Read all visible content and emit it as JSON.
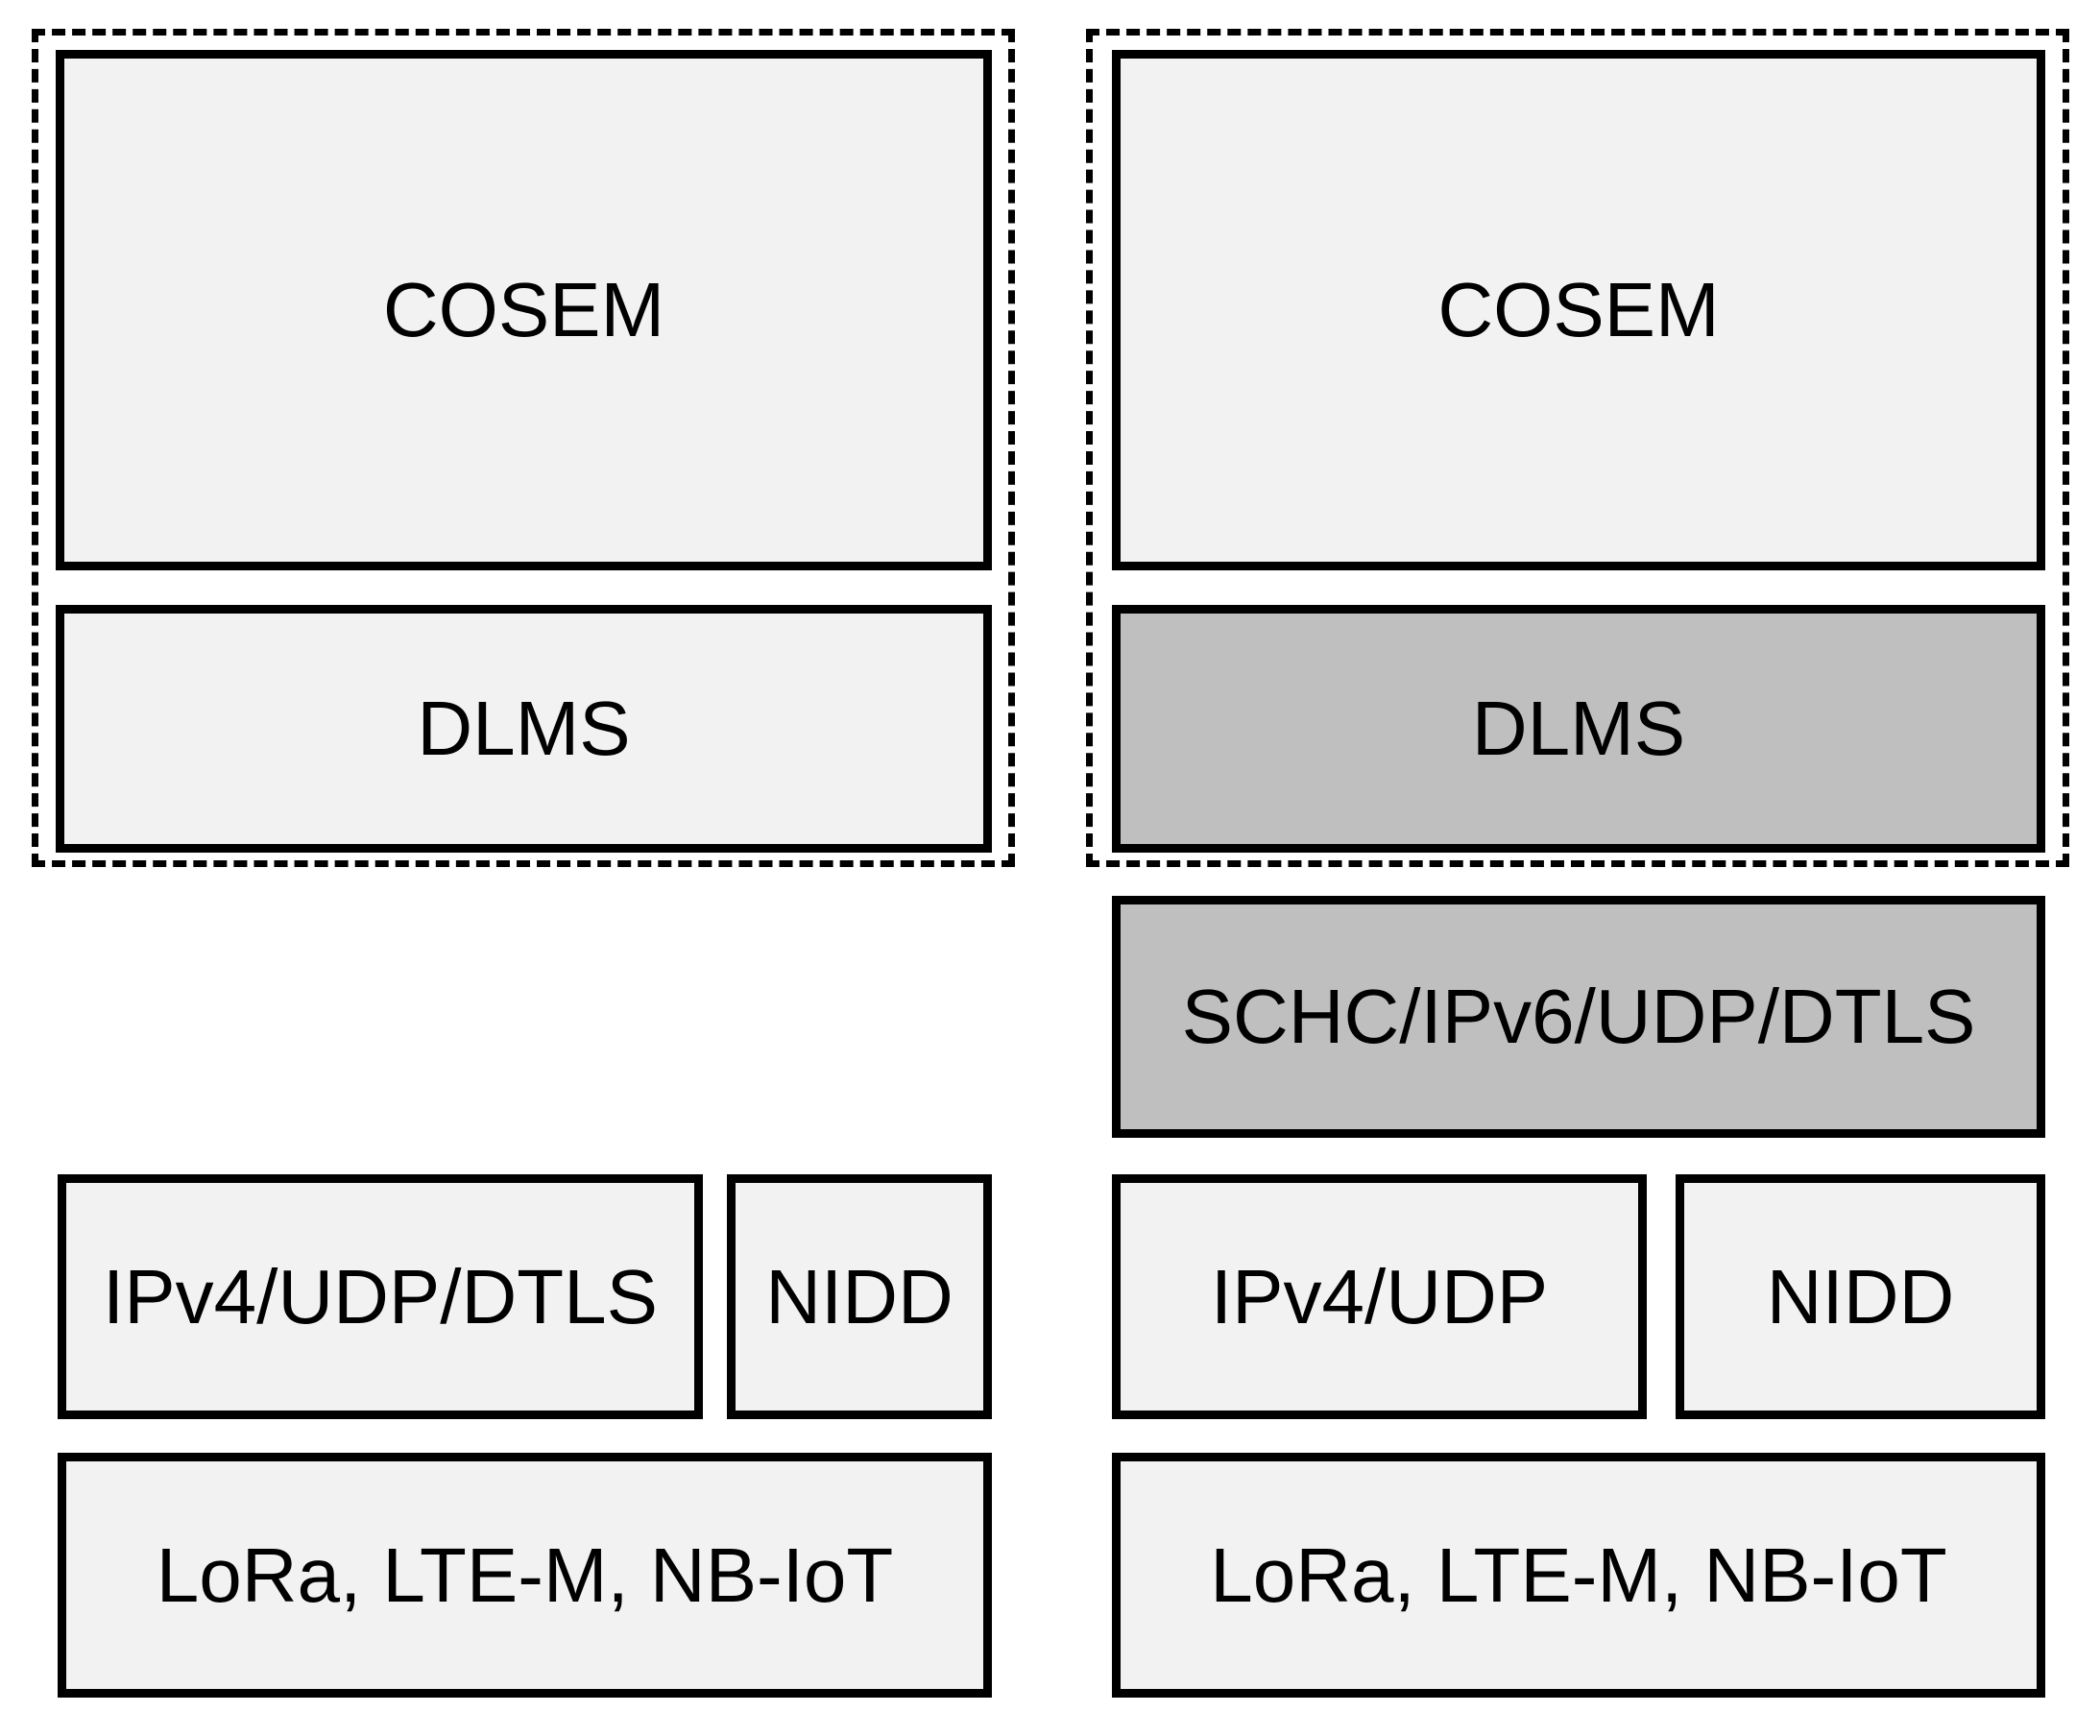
{
  "diagram": {
    "colors": {
      "box_light": "#f2f2f2",
      "box_dark": "#bfbfbf",
      "border": "#000000",
      "background": "#ffffff"
    },
    "left_stack": {
      "application": "COSEM",
      "session": "DLMS",
      "transport": "IPv4/UDP/DTLS",
      "nidd": "NIDD",
      "link": "LoRa, LTE-M, NB-IoT"
    },
    "right_stack": {
      "application": "COSEM",
      "session": "DLMS",
      "adaptation": "SCHC/IPv6/UDP/DTLS",
      "transport": "IPv4/UDP",
      "nidd": "NIDD",
      "link": "LoRa, LTE-M, NB-IoT"
    }
  }
}
